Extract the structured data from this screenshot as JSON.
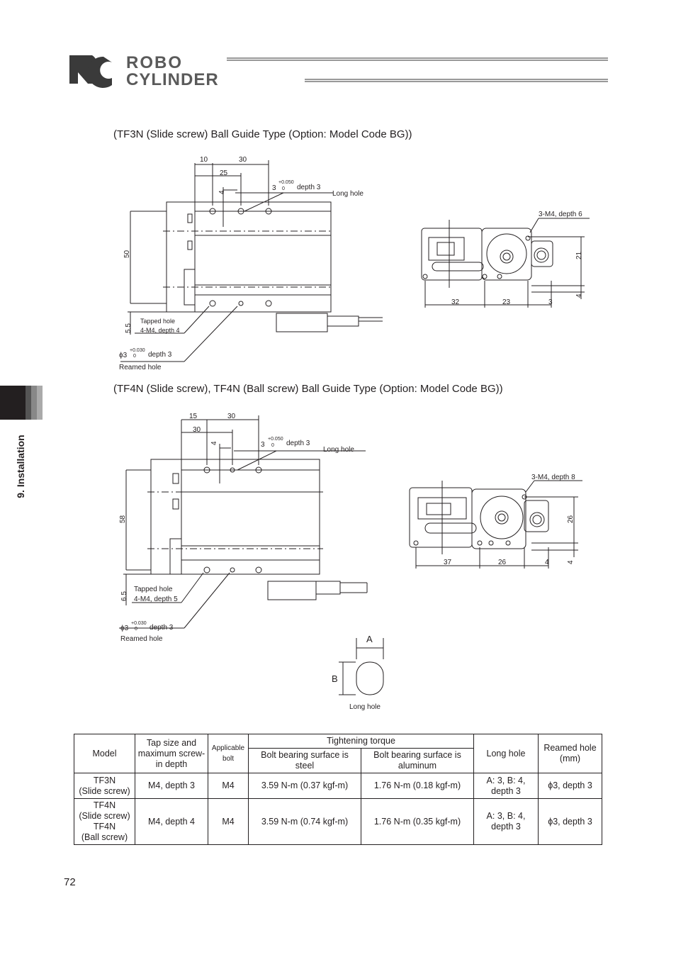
{
  "header": {
    "logo_line1": "ROBO",
    "logo_line2": "CYLINDER"
  },
  "side_tab": {
    "label": "9. Installation"
  },
  "sections": [
    {
      "title": "(TF3N (Slide screw)    Ball Guide Type (Option: Model Code BG))"
    },
    {
      "title": "(TF4N (Slide screw), TF4N (Ball screw)    Ball Guide Type (Option: Model Code BG))"
    }
  ],
  "drawing1": {
    "dim_10": "10",
    "dim_30": "30",
    "dim_25": "25",
    "dim_4": "4",
    "long_hole_dim": "3",
    "long_hole_tol": "+0.050",
    "long_hole_tol0": "0",
    "long_hole_depth": "depth 3",
    "long_hole_label": "Long hole",
    "dim_50": "50",
    "dim_5_5": "5.5",
    "tapped_hole_1": "Tapped hole",
    "tapped_hole_2": "4-M4, depth 4",
    "reamed_dim": "ϕ3",
    "reamed_tol": "+0.030",
    "reamed_tol0": "0",
    "reamed_depth": "depth 3",
    "reamed_label": "Reamed hole",
    "side_label": "3-M4, depth 6",
    "side_21": "21",
    "side_4": "4",
    "side_32": "32",
    "side_23": "23",
    "side_3": "3"
  },
  "drawing2": {
    "dim_15": "15",
    "dim_30a": "30",
    "dim_30b": "30",
    "dim_4": "4",
    "long_hole_dim": "3",
    "long_hole_tol": "+0.050",
    "long_hole_tol0": "0",
    "long_hole_depth": "depth 3",
    "long_hole_label": "Long hole",
    "dim_58": "58",
    "dim_6_5": "6.5",
    "tapped_hole_1": "Tapped hole",
    "tapped_hole_2": "4-M4, depth 5",
    "reamed_dim": "ϕ3",
    "reamed_tol": "+0.030",
    "reamed_tol0": "0",
    "reamed_depth": "depth 3",
    "reamed_label": "Reamed hole",
    "side_label": "3-M4, depth 8",
    "side_26": "26",
    "side_4v": "4",
    "side_37": "37",
    "side_26h": "26",
    "side_4h": "4"
  },
  "long_hole_detail": {
    "a": "A",
    "b": "B",
    "label": "Long hole"
  },
  "table": {
    "h_model": "Model",
    "h_tap": "Tap size and maximum screw-in depth",
    "h_bolt": "Applicable bolt",
    "h_torque": "Tightening torque",
    "h_steel": "Bolt bearing surface is steel",
    "h_alu": "Bolt bearing surface is aluminum",
    "h_long": "Long hole",
    "h_reamed": "Reamed hole (mm)",
    "rows": [
      {
        "model1": "TF3N",
        "model2": "(Slide screw)",
        "model3": "",
        "model4": "",
        "tap": "M4, depth 3",
        "bolt": "M4",
        "steel": "3.59 N-m (0.37 kgf-m)",
        "alu": "1.76 N-m (0.18 kgf-m)",
        "long1": "A: 3, B: 4,",
        "long2": "depth 3",
        "reamed": "ϕ3, depth 3"
      },
      {
        "model1": "TF4N",
        "model2": "(Slide screw)",
        "model3": "TF4N",
        "model4": "(Ball screw)",
        "tap": "M4, depth 4",
        "bolt": "M4",
        "steel": "3.59 N-m (0.74 kgf-m)",
        "alu": "1.76 N-m (0.35 kgf-m)",
        "long1": "A: 3, B: 4,",
        "long2": "depth 3",
        "reamed": "ϕ3, depth 3"
      }
    ]
  },
  "page_number": "72"
}
